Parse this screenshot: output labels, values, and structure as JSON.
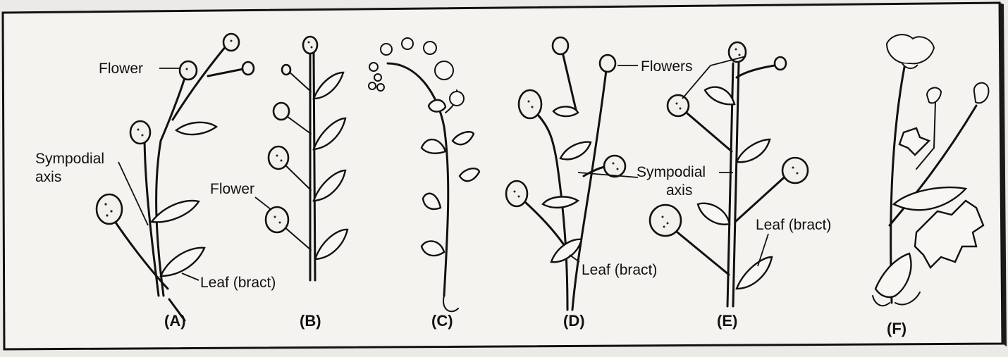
{
  "figure": {
    "panel_a": {
      "caption": "(A)",
      "flower_label": "Flower",
      "axis_label_line1": "Sympodial",
      "axis_label_line2": "axis",
      "leaf_label": "Leaf (bract)"
    },
    "panel_b": {
      "caption": "(B)",
      "flower_label": "Flower"
    },
    "panel_c": {
      "caption": "(C)"
    },
    "panel_d": {
      "caption": "(D)",
      "leaf_label": "Leaf (bract)"
    },
    "panel_e": {
      "caption": "(E)",
      "flowers_label": "Flowers",
      "axis_label_line1": "Sympodial",
      "axis_label_line2": "axis",
      "leaf_label": "Leaf (bract)"
    },
    "panel_f": {
      "caption": "(F)"
    }
  }
}
